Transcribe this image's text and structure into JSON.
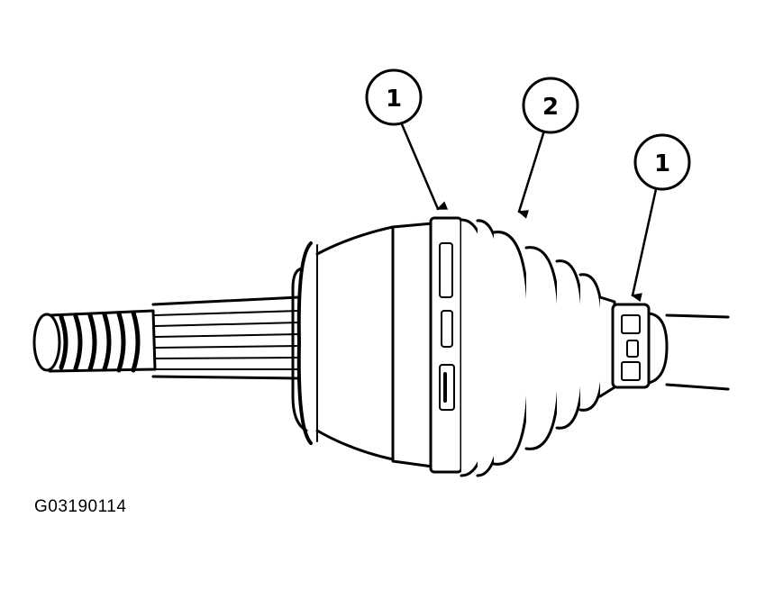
{
  "figure": {
    "id": "G03190114",
    "ink_color": "#000000",
    "paper_color": "#ffffff"
  },
  "callouts": [
    {
      "number": "1"
    },
    {
      "number": "2"
    },
    {
      "number": "1"
    }
  ]
}
